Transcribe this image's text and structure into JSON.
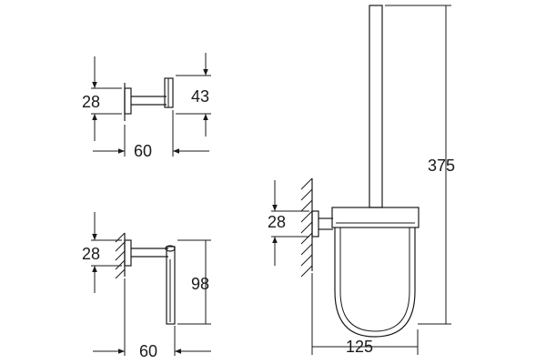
{
  "dimensions": {
    "hook_height": "28",
    "hook_projection_height": "43",
    "hook_depth": "60",
    "holder_height": "28",
    "holder_length": "98",
    "holder_depth": "60",
    "brush_mount_height": "28",
    "brush_total_height": "375",
    "brush_depth": "125"
  }
}
